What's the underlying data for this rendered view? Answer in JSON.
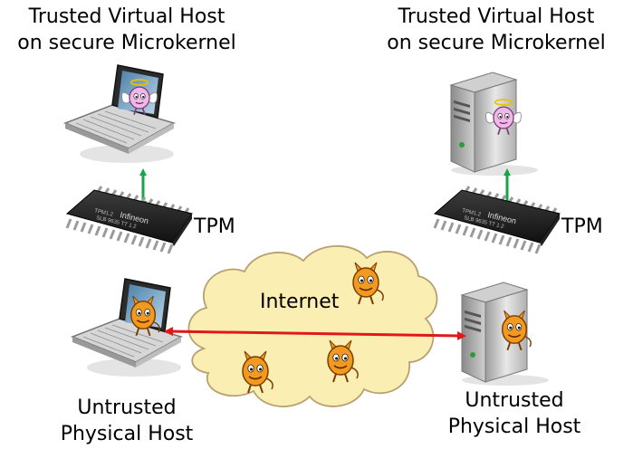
{
  "labels": {
    "top_left": [
      "Trusted Virtual Host",
      "on secure Microkernel"
    ],
    "top_right": [
      "Trusted Virtual Host",
      "on secure Microkernel"
    ],
    "bottom_left": [
      "Untrusted",
      "Physical Host"
    ],
    "bottom_right": [
      "Untrusted",
      "Physical Host"
    ],
    "tpm_left": "TPM",
    "tpm_right": "TPM",
    "cloud": "Internet",
    "chip_brand": "Infineon",
    "chip_line1": "TPM1.2",
    "chip_line2": "SLB 9635 TT 1.2"
  },
  "colors": {
    "tpm_link": "#1aa34a",
    "network_link": "#e01818",
    "cloud_fill": "#fbeeb2",
    "devil": "#f29a1f",
    "angel": "#f0b8e8"
  }
}
